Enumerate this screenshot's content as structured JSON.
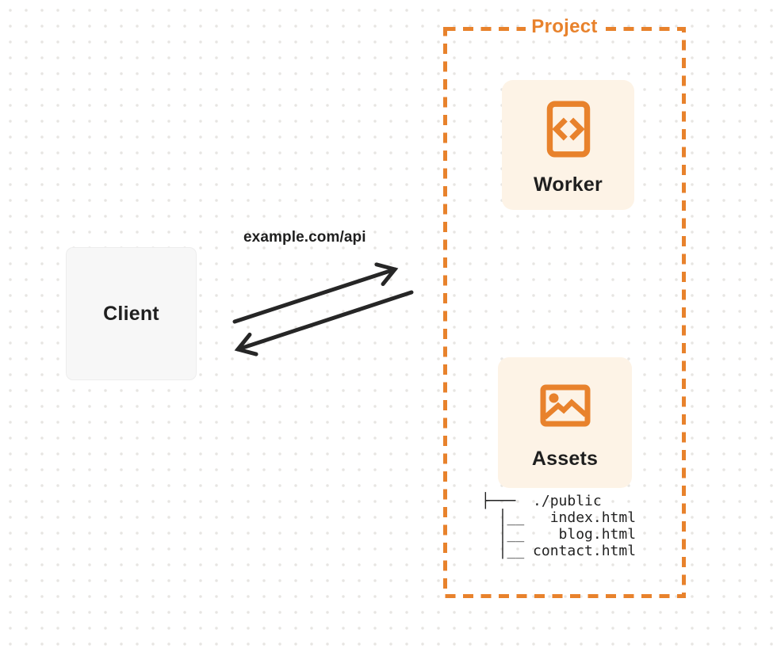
{
  "colors": {
    "accent": "#E8822C",
    "card_bg": "#FDF3E6",
    "client_bg": "#F7F7F7",
    "arrow": "#262626",
    "text": "#1F1F1F"
  },
  "client": {
    "label": "Client"
  },
  "request": {
    "url_label": "example.com/api"
  },
  "project": {
    "label": "Project",
    "worker": {
      "label": "Worker",
      "icon": "code-icon"
    },
    "assets": {
      "label": "Assets",
      "icon": "image-icon"
    }
  },
  "filetree": {
    "lines": [
      "├───  ./public",
      "  │__   index.html",
      "  │__    blog.html",
      "  │__ contact.html"
    ]
  }
}
